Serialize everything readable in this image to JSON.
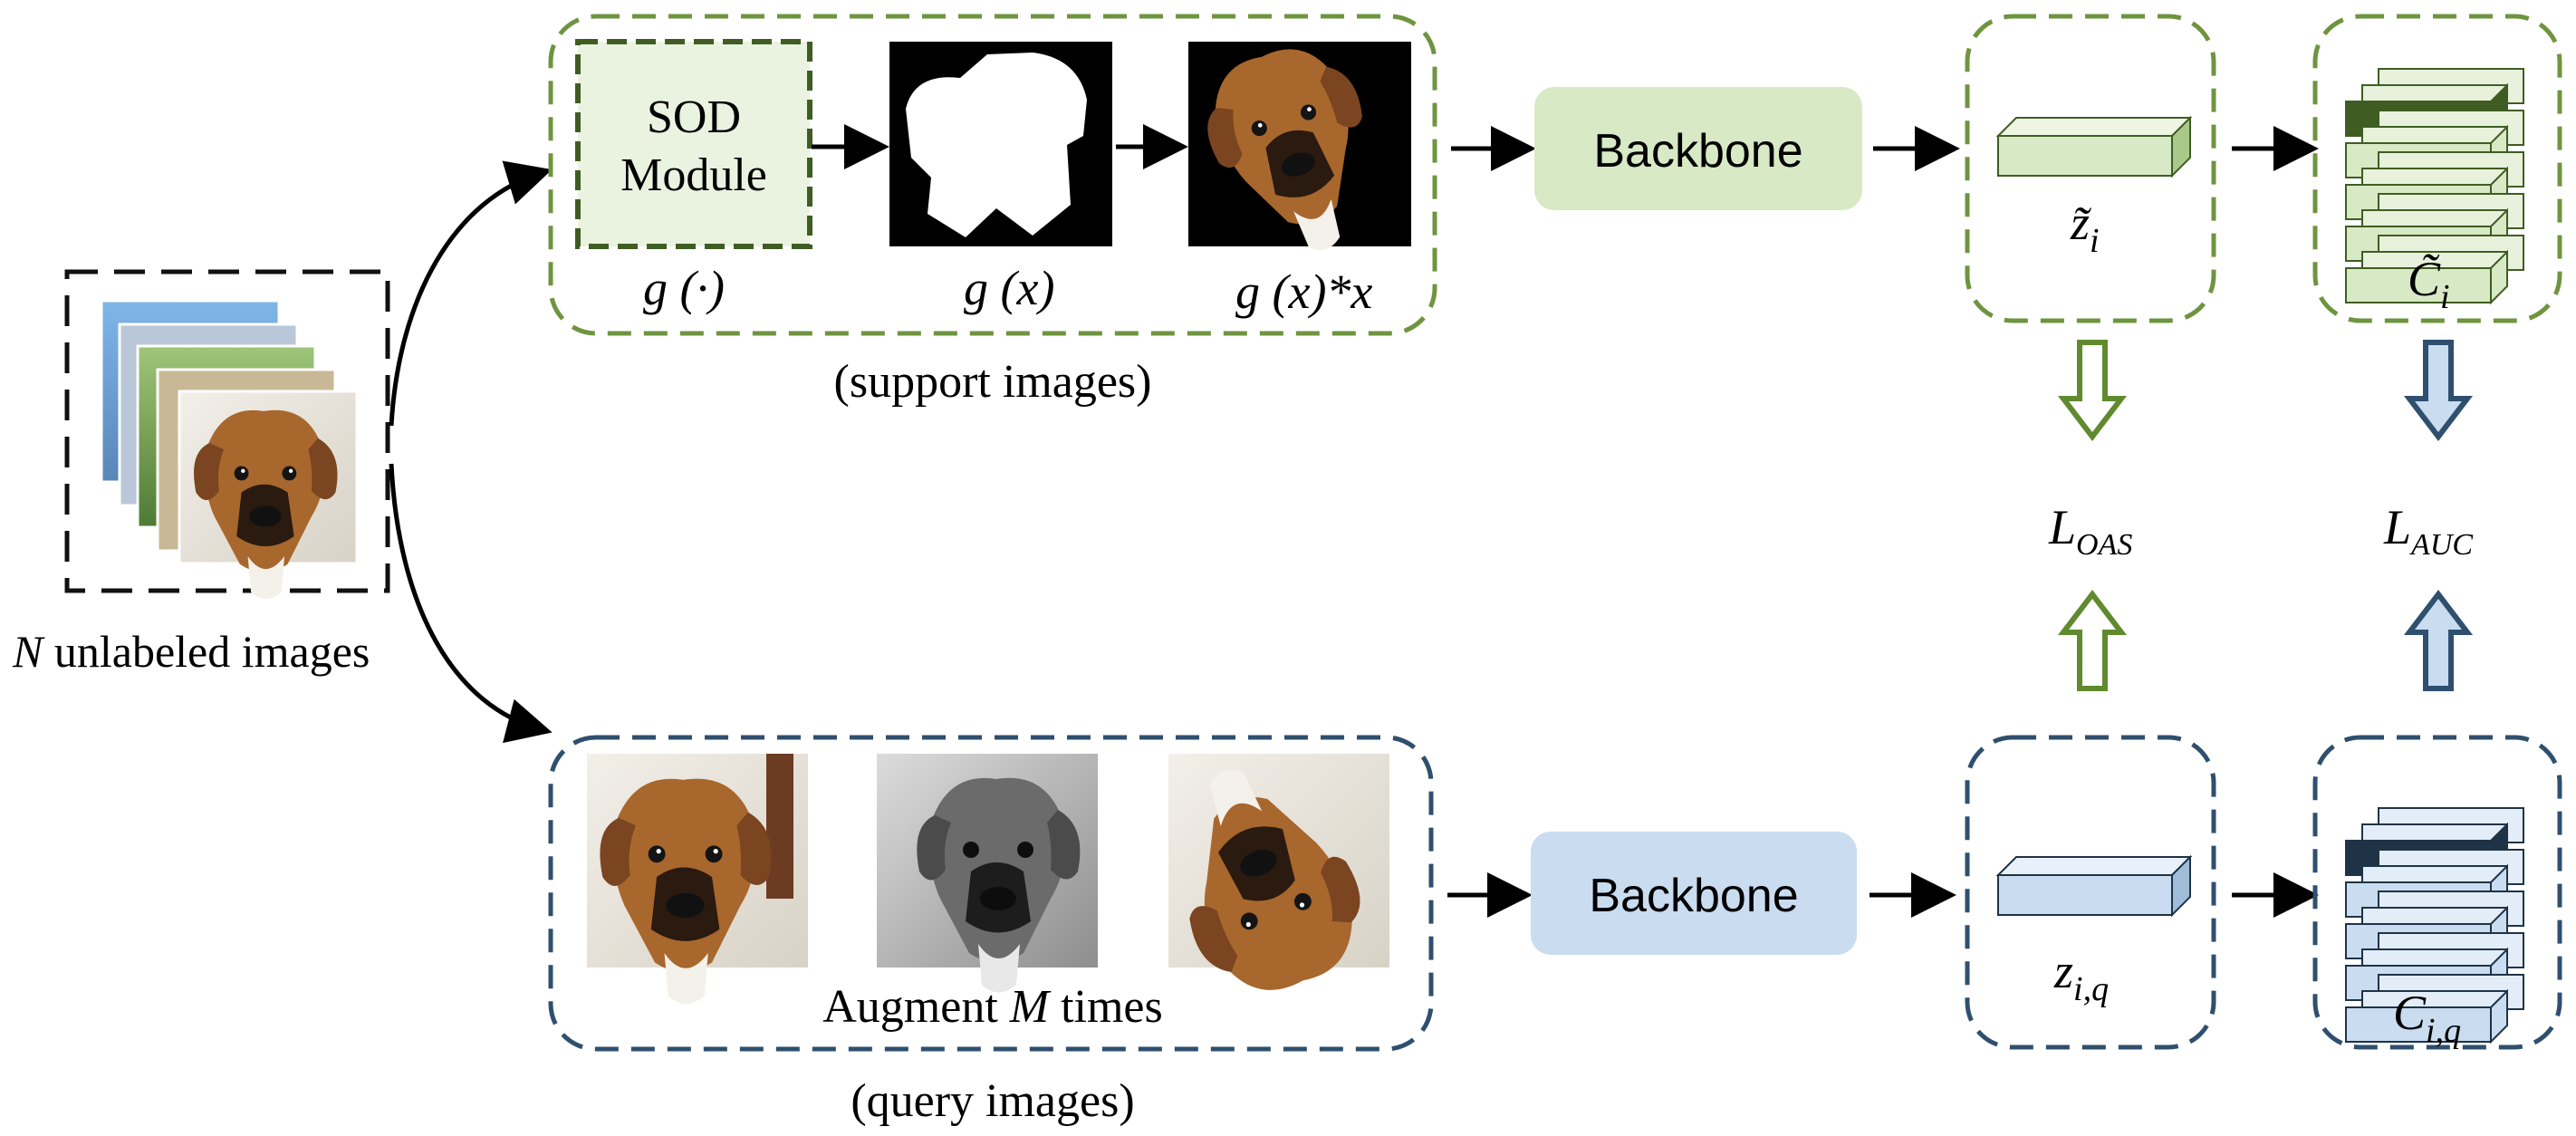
{
  "inputs": {
    "caption_var": "N",
    "caption_rest": "unlabeled images"
  },
  "support": {
    "sod_line1": "SOD",
    "sod_line2": "Module",
    "label_g_fn": "g (·)",
    "label_g_x": "g (x)",
    "label_g_x_times_x": "g (x)*x",
    "caption": "(support images)",
    "backbone": "Backbone",
    "embedding_label": "z̃",
    "embedding_sub": "i",
    "context_label": "C̃",
    "context_sub": "i"
  },
  "query": {
    "caption_inner_prefix": "Augment",
    "caption_inner_var": "M",
    "caption_inner_suffix": "times",
    "caption": "(query images)",
    "backbone": "Backbone",
    "embedding_label": "z",
    "embedding_sub": "i,q",
    "context_label": "C",
    "context_sub": "i,q"
  },
  "losses": {
    "oas_label": "L",
    "oas_sub": "OAS",
    "auc_label": "L",
    "auc_sub": "AUC"
  },
  "colors": {
    "green_border": "#6f9440",
    "green_fill": "#d8e9c5",
    "green_dark": "#3f5d22",
    "blue_border": "#2f4f6e",
    "blue_fill": "#c9dcf0",
    "blue_dark": "#1f3347",
    "black_border": "#111111"
  }
}
